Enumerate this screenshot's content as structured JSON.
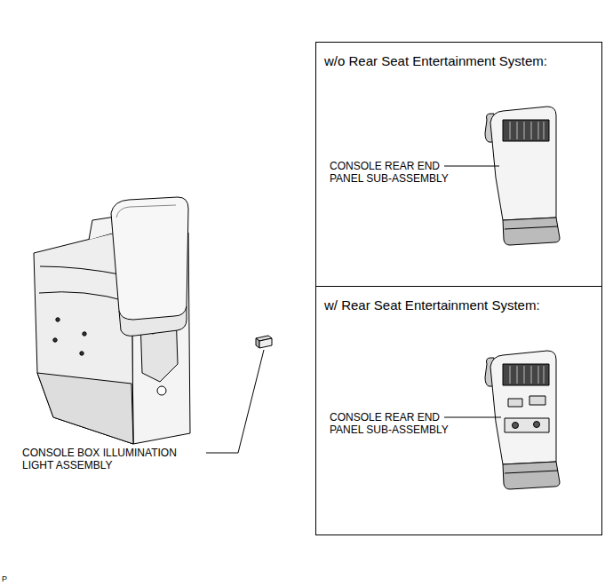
{
  "diagram": {
    "nodes": [
      {
        "text": [
          "w/o Rear Seat Entertainment System:",
          "CONSOLE REAR END PANEL SUB-ASSEMBLY"
        ]
      },
      {
        "text": [
          "w/ Rear Seat Entertainment System:",
          "CONSOLE REAR END PANEL SUB-ASSEMBLY"
        ]
      }
    ],
    "labels": [
      "CONSOLE BOX ILLUMINATION LIGHT ASSEMBLY",
      "P"
    ]
  }
}
